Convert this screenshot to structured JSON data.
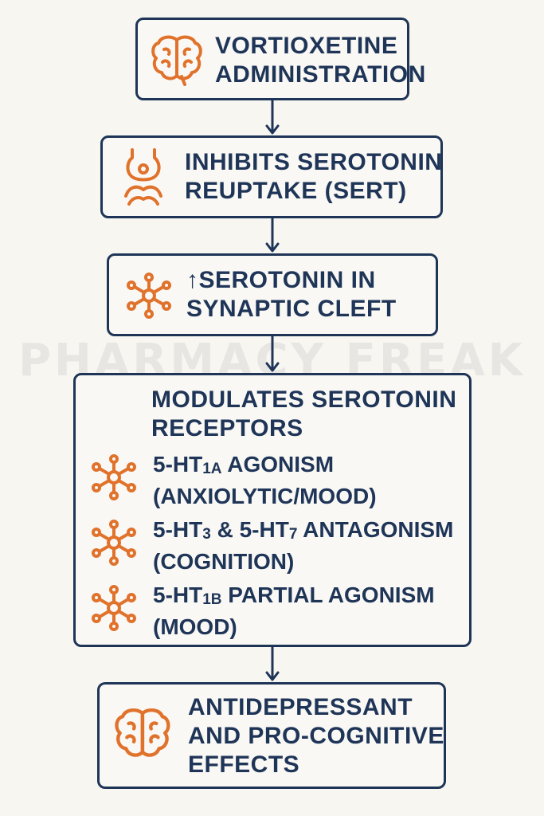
{
  "watermark": "PHARMACY FREAK",
  "colors": {
    "navy": "#1f3558",
    "orange": "#e0722c",
    "background": "#f7f6f1"
  },
  "steps": [
    {
      "icon": "brain-icon",
      "lines": [
        "VORTIOXETINE",
        "ADMINISTRATION"
      ]
    },
    {
      "icon": "synapse-icon",
      "lines": [
        "INHIBITS SEROTONIN",
        "REUPTAKE (SERT)"
      ]
    },
    {
      "icon": "molecule-icon",
      "lines": [
        "↑SEROTONIN IN",
        "SYNAPTIC CLEFT"
      ]
    },
    {
      "title_lines": [
        "MODULATES SEROTONIN",
        "RECEPTORS"
      ],
      "items": [
        {
          "icon": "molecule-icon",
          "line1_pre": "5-HT",
          "line1_sub": "1A",
          "line1_post": " AGONISM",
          "line2": "(ANXIOLYTIC/MOOD)"
        },
        {
          "icon": "molecule-icon",
          "line1_pre": "5-HT",
          "line1_sub": "3",
          "line1_mid": " & 5-HT",
          "line1_sub2": "7",
          "line1_post": " ANTAGONISM",
          "line2": "(COGNITION)"
        },
        {
          "icon": "molecule-icon",
          "line1_pre": "5-HT",
          "line1_sub": "1B",
          "line1_post": " PARTIAL AGONISM",
          "line2": "(MOOD)"
        }
      ]
    },
    {
      "icon": "brain-icon",
      "lines": [
        "ANTIDEPRESSANT",
        "AND PRO-COGNITIVE",
        "EFFECTS"
      ]
    }
  ]
}
